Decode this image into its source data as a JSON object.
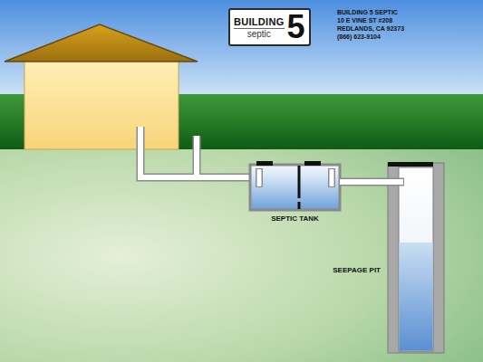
{
  "diagram": {
    "nodes": [
      {
        "text": [
          "BUILDING",
          "5",
          "septic"
        ]
      },
      {
        "text": [
          "SEPTIC TANK"
        ]
      },
      {
        "text": [
          "SEEPAGE PIT"
        ]
      }
    ],
    "edges": [
      {
        "from": 1,
        "to": 2,
        "arrow": "none"
      }
    ],
    "labels": [
      "BUILDING 5 SEPTIC",
      "10 E VINE ST #208",
      "REDLANDS, CA 92373",
      "(866) 623-9104"
    ]
  }
}
